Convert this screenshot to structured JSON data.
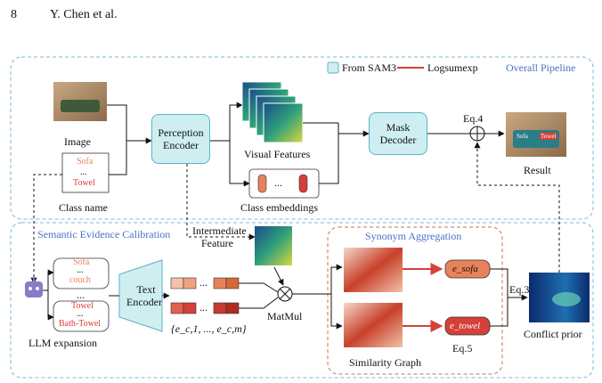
{
  "header": {
    "page_number": "8",
    "authors": "Y. Chen et al."
  },
  "legend": {
    "sam3": "From SAM3",
    "logsumexp": "Logsumexp",
    "overall": "Overall Pipeline"
  },
  "pipeline": {
    "image_label": "Image",
    "class_name_label": "Class name",
    "class_sofa": "Sofa",
    "class_dots": "...",
    "class_towel": "Towel",
    "perception_encoder": [
      "Perception",
      "Encoder"
    ],
    "visual_features": "Visual Features",
    "class_embeddings": "Class embeddings",
    "emb_dots": "...",
    "mask_decoder": [
      "Mask",
      "Decoder"
    ],
    "eq4": "Eq.4",
    "result": "Result",
    "result_tag_sofa": "Sofa",
    "result_tag_towel": "Towel"
  },
  "calibration": {
    "title": "Semantic Evidence Calibration",
    "intermediate": [
      "Intermediate",
      "Feature"
    ],
    "llm_expansion": "LLM expansion",
    "syn_top": [
      "Sofa",
      "...",
      "couch"
    ],
    "syn_mid": "...",
    "syn_bot": [
      "Towel",
      "...",
      "Bath-Towel"
    ],
    "text_encoder": [
      "Text",
      "Encoder"
    ],
    "emb_set": "{e",
    "emb_set_full": "{e_c,1, ..., e_c,m}",
    "matmul": "MatMul",
    "synonym_aggregation": "Synonym Aggregation",
    "e_sofa": "e_sofa",
    "e_towel": "e_towel",
    "eq5": "Eq.5",
    "eq3": "Eq.3",
    "similarity_graph": "Similarity Graph",
    "conflict_prior": "Conflict prior",
    "row_dots": "..."
  },
  "colors": {
    "teal_fill": "#cfeef2",
    "teal_border": "#5ab4c4",
    "orange": "#e8825a",
    "red": "#d6403a",
    "blue_dashed": "#7fb7d8",
    "orange_dashed": "#c8744a"
  }
}
